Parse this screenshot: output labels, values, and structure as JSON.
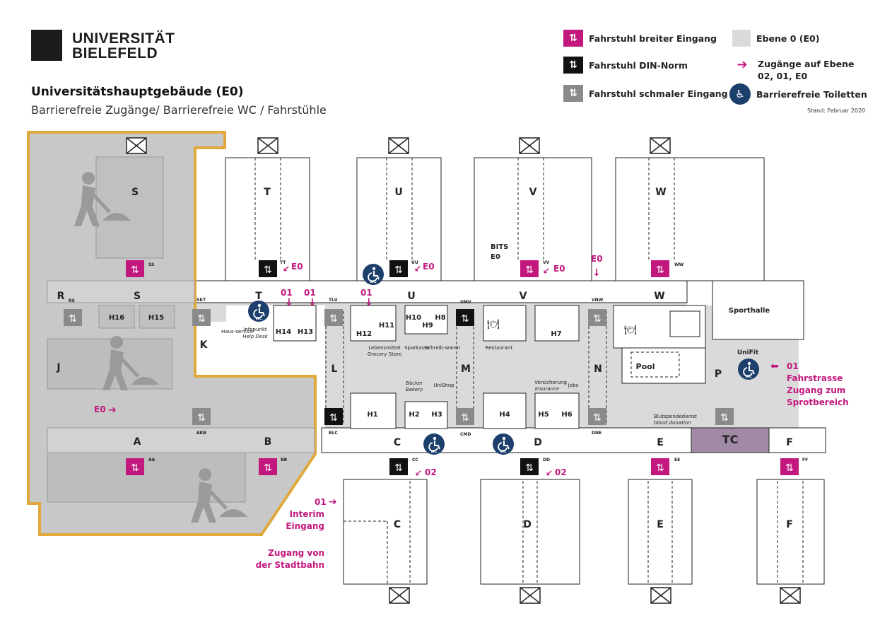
{
  "logo": {
    "line1": "UNIVERSITÄT",
    "line2": "BIELEFELD"
  },
  "title": "Universitätshauptgebäude (E0)",
  "subtitle": "Barrierefreie Zugänge/ Barrierefreie WC / Fahrstühle",
  "stand": "Stand: Februar 2020",
  "legend": {
    "lift_wide": "Fahrstuhl breiter Eingang",
    "lift_din": "Fahrstuhl DIN-Norm",
    "lift_narrow": "Fahrstuhl schmaler Eingang",
    "level": "Ebene 0 (E0)",
    "access_line1": "Zugänge auf Ebene",
    "access_line2": "02, 01, E0",
    "toilets": "Barrierefreie Toiletten"
  },
  "colors": {
    "magenta": "#c2187e",
    "gold": "#e0a93a",
    "floor": "#dadada",
    "construction": "#c8c8c8",
    "tc": "#a08aa6",
    "navy": "#1d3f6b"
  },
  "buildings": {
    "north": [
      "T",
      "U",
      "V",
      "W"
    ],
    "south": [
      "C",
      "D",
      "E",
      "F"
    ],
    "west": [
      "S",
      "R",
      "J",
      "K",
      "A",
      "B"
    ],
    "hall_row_north": [
      "R",
      "S",
      "T",
      "U",
      "V",
      "W"
    ],
    "hall_row_south": [
      "A",
      "B",
      "C",
      "D",
      "E",
      "TC",
      "F"
    ],
    "inner": [
      "L",
      "M",
      "N",
      "P"
    ]
  },
  "rooms": [
    "H16",
    "H15",
    "H14",
    "H13",
    "H12",
    "H11",
    "H10",
    "H9",
    "H8",
    "H7",
    "H1",
    "H2",
    "H3",
    "H4",
    "H5",
    "H6"
  ],
  "lift_codes": [
    "SS",
    "RS",
    "SKT",
    "AKB",
    "AA",
    "BB",
    "TT",
    "UU",
    "VV",
    "WW",
    "TLU",
    "UMV",
    "VNW",
    "BLC",
    "CMD",
    "DNE",
    "CC",
    "DD",
    "EE",
    "FF"
  ],
  "labels": {
    "bits": "BITS",
    "bits_level": "E0",
    "e0": "E0",
    "01": "01",
    "02": "02",
    "sporthalle": "Sporthalle",
    "unifit": "UniFit",
    "pool": "Pool",
    "infopunkt": "Infopunkt",
    "help_desk": "Help Desk",
    "hausservice": "Haus-service",
    "lebensmittel": "Lebensmittel",
    "grocery": "Grocery Store",
    "sparkasse": "Sparkasse",
    "schreibwaren": "Schreib-waren",
    "restaurant": "Restaurant",
    "baecker": "Bäcker",
    "bakery": "Bakery",
    "unishop": "UniShop",
    "versicherung": "Versicherung",
    "insurance": "Insurance",
    "jobs": "Jobs",
    "blutspende": "Blutspendedienst",
    "blood": "blood donation",
    "wc": "WC",
    "fahrstrasse": [
      "01",
      "Fahrstrasse",
      "Zugang zum",
      "Sprotbereich"
    ],
    "interim": [
      "01",
      "Interim",
      "Eingang"
    ],
    "stadtbahn": [
      "Zugang von",
      "der Stadtbahn"
    ]
  }
}
